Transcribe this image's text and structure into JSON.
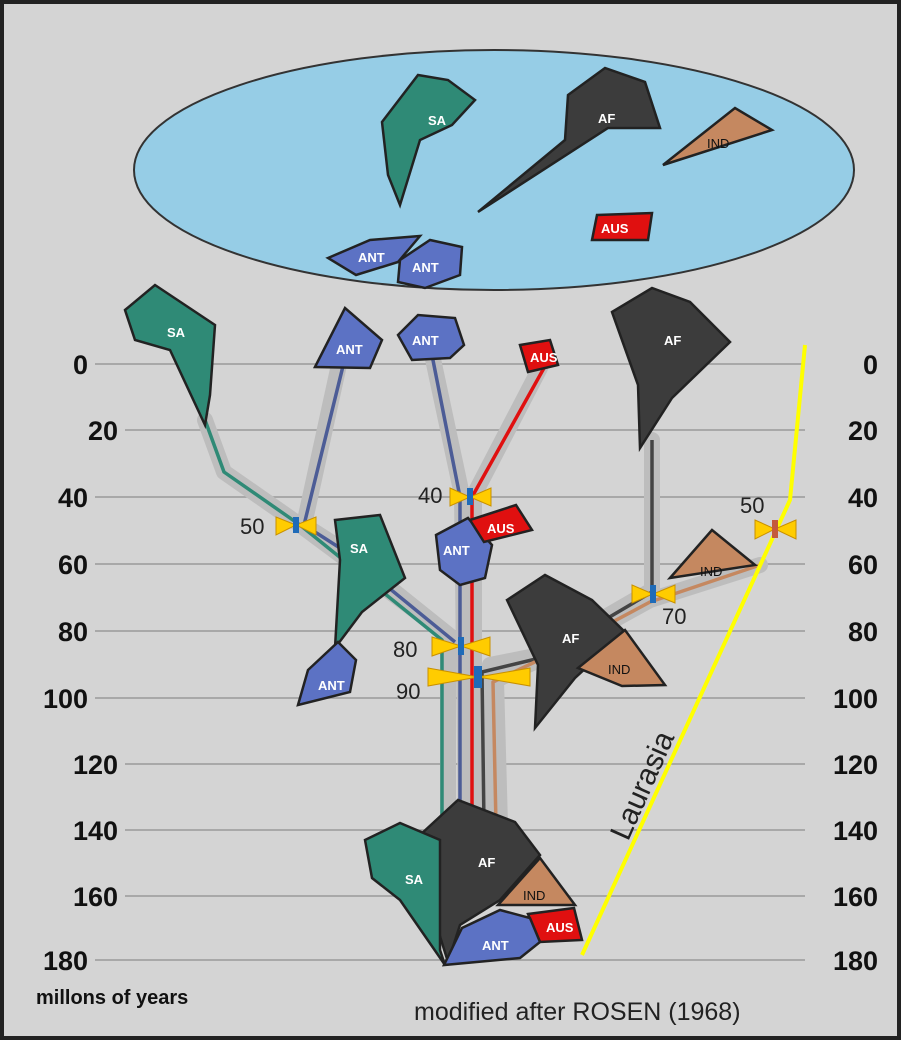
{
  "axis": {
    "ticks": [
      "0",
      "20",
      "40",
      "60",
      "80",
      "100",
      "120",
      "140",
      "160",
      "180"
    ],
    "unit_label": "millons of years"
  },
  "credit": "modified after ROSEN (1968)",
  "laurasia_label": "Laurasia",
  "landmass_labels": {
    "sa": "SA",
    "af": "AF",
    "ant": "ANT",
    "ind": "IND",
    "aus": "AUS"
  },
  "split_ages": {
    "sa_ant": "50",
    "ant_aus": "40",
    "sa_ant_split": "80",
    "gondwana_split": "90",
    "af_ind": "70",
    "ind_laurasia": "50"
  },
  "colors": {
    "ocean": "#96cde6",
    "sa": "#2f8a76",
    "af": "#3c3c3c",
    "ant": "#5c72c4",
    "ind": "#c58860",
    "aus": "#e01010",
    "laurasia": "#ffff00",
    "marker": "#ffcc00"
  }
}
